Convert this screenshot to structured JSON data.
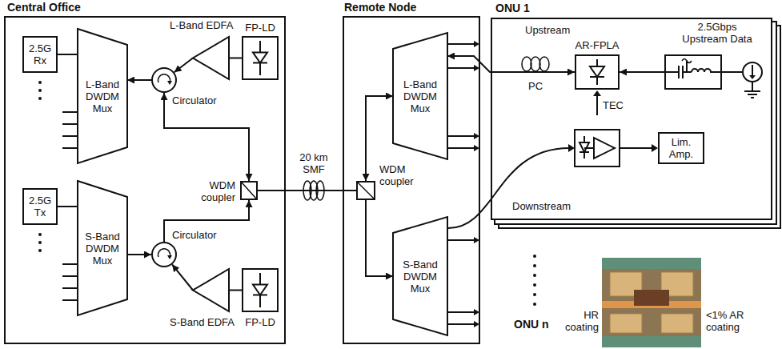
{
  "diagram": {
    "nodes": [
      {
        "text": [
          "Central Office"
        ]
      },
      {
        "text": [
          "2.5G Rx"
        ],
        "in": 0
      },
      {
        "text": [
          "L-Band DWDM Mux"
        ],
        "in": 0
      },
      {
        "text": [
          "Circulator"
        ],
        "in": 0
      },
      {
        "text": [
          "L-Band EDFA"
        ],
        "in": 0
      },
      {
        "text": [
          "FP-LD"
        ],
        "in": 0
      },
      {
        "text": [
          "WDM coupler"
        ],
        "in": 0
      },
      {
        "text": [
          "2.5G Tx"
        ],
        "in": 0
      },
      {
        "text": [
          "S-Band DWDM Mux"
        ],
        "in": 0
      },
      {
        "text": [
          "Circulator"
        ],
        "in": 0
      },
      {
        "text": [
          "S-Band EDFA"
        ],
        "in": 0
      },
      {
        "text": [
          "FP-LD"
        ],
        "in": 0
      },
      {
        "text": [
          "Remote Node"
        ]
      },
      {
        "text": [
          "L-Band DWDM Mux"
        ],
        "in": 12
      },
      {
        "text": [
          "WDM coupler"
        ],
        "in": 12
      },
      {
        "text": [
          "S-Band DWDM Mux"
        ],
        "in": 12
      },
      {
        "text": [
          "ONU 1"
        ]
      },
      {
        "text": [
          "AR-FPLA"
        ],
        "in": 16
      },
      {
        "text": [
          "2.5Gbps Upstream Data"
        ],
        "in": 16
      },
      {
        "text": [
          "Lim. Amp."
        ],
        "in": 16
      }
    ],
    "edges": [
      {
        "from": 1,
        "to": 2,
        "arrow": "none"
      },
      {
        "from": 3,
        "to": 2,
        "arrow": "to"
      },
      {
        "from": 4,
        "to": 3,
        "arrow": "to"
      },
      {
        "from": 5,
        "to": 4,
        "arrow": "none"
      },
      {
        "from": 3,
        "to": 6,
        "arrow": "both"
      },
      {
        "from": 7,
        "to": 8,
        "arrow": "none"
      },
      {
        "from": 8,
        "to": 9,
        "arrow": "to"
      },
      {
        "from": 10,
        "to": 9,
        "arrow": "to"
      },
      {
        "from": 11,
        "to": 10,
        "arrow": "none"
      },
      {
        "from": 9,
        "to": 6,
        "arrow": "to"
      },
      {
        "from": 6,
        "to": 14,
        "label": "20 km SMF",
        "arrow": "none"
      },
      {
        "from": 14,
        "to": 13,
        "arrow": "both"
      },
      {
        "from": 14,
        "to": 15,
        "arrow": "to"
      },
      {
        "from": 13,
        "to": 17,
        "arrow": "both"
      },
      {
        "from": 18,
        "to": 17,
        "arrow": "to"
      }
    ],
    "labels": [
      "PC",
      "TEC",
      "Upstream",
      "Downstream",
      "ONU n",
      "HR coating",
      "<1% AR coating"
    ]
  }
}
